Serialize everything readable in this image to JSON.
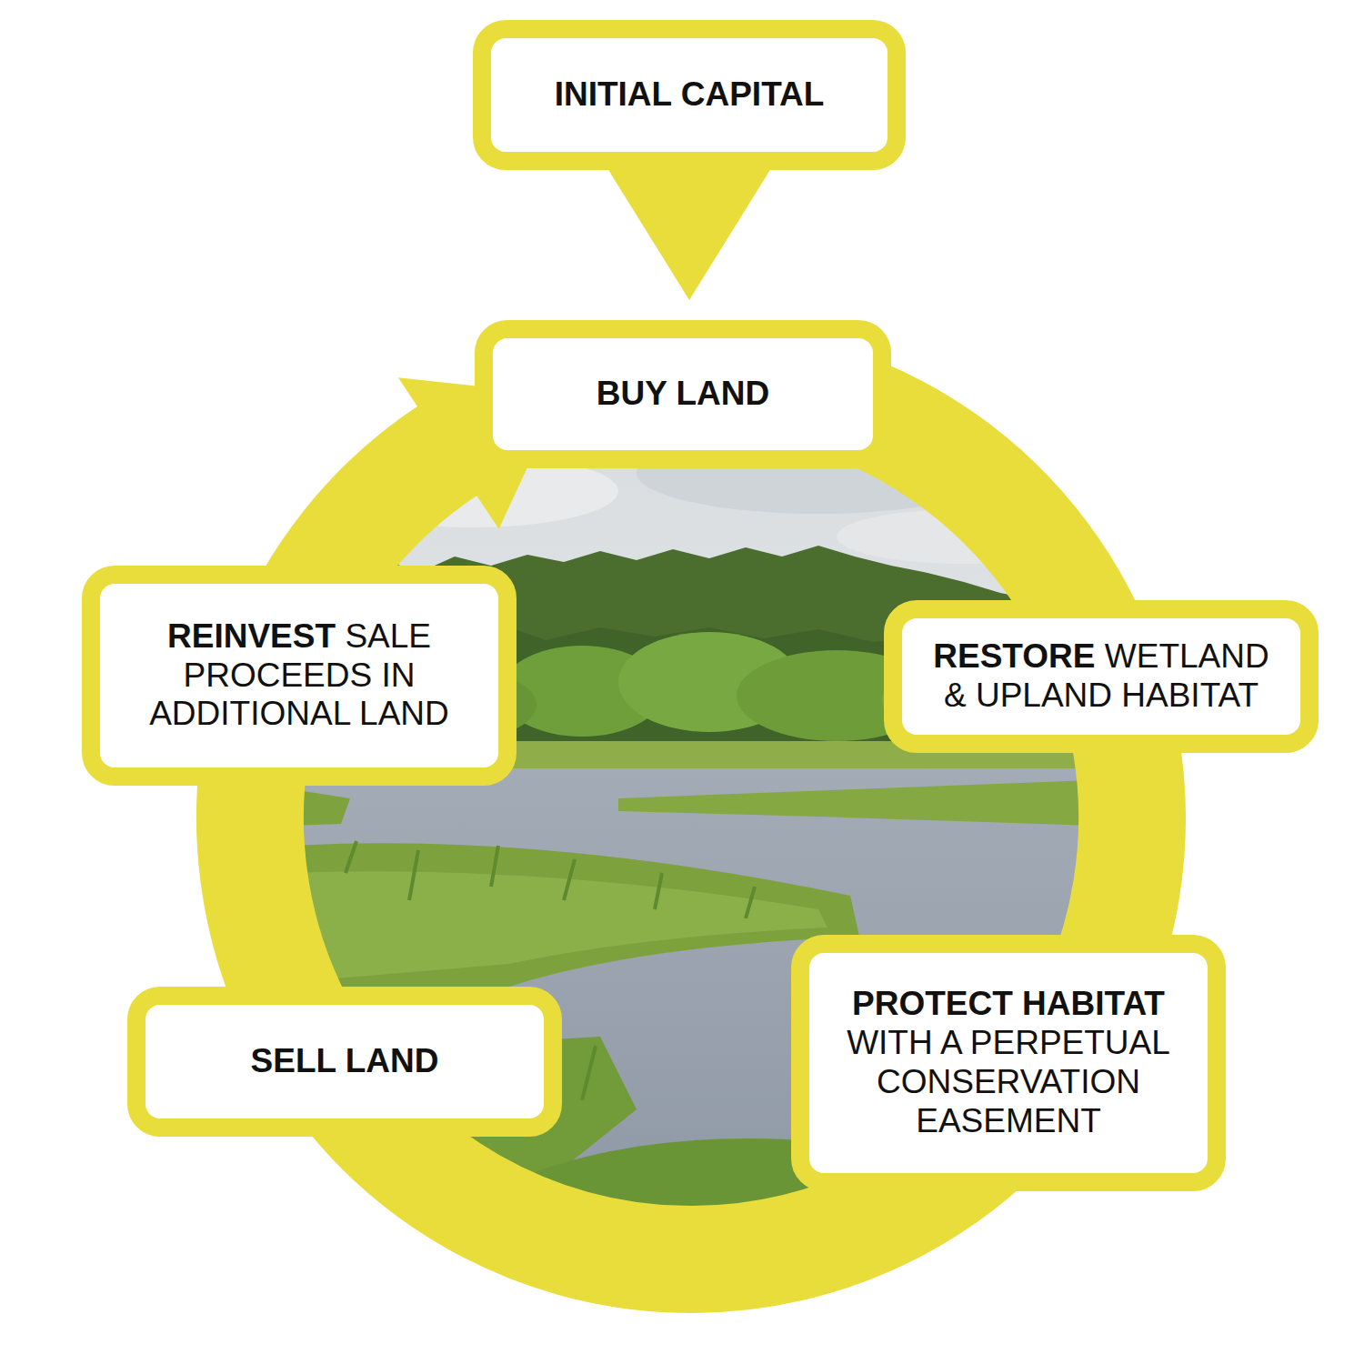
{
  "diagram": {
    "nodes": [
      {
        "text": [
          "INITIAL CAPITAL"
        ]
      },
      {
        "text": [
          "BUY LAND"
        ]
      },
      {
        "text": [
          "RESTORE",
          "WETLAND & UPLAND HABITAT"
        ]
      },
      {
        "text": [
          "PROTECT HABITAT",
          "WITH A PERPETUAL CONSERVATION EASEMENT"
        ]
      },
      {
        "text": [
          "SELL LAND"
        ]
      },
      {
        "text": [
          "REINVEST",
          "SALE PROCEEDS IN ADDITIONAL LAND"
        ]
      }
    ],
    "edges": [
      {
        "from": 0,
        "to": 1,
        "arrow": "to"
      },
      {
        "from": 1,
        "to": 2,
        "arrow": "none"
      },
      {
        "from": 2,
        "to": 3,
        "arrow": "none"
      },
      {
        "from": 3,
        "to": 4,
        "arrow": "none"
      },
      {
        "from": 4,
        "to": 5,
        "arrow": "none"
      },
      {
        "from": 5,
        "to": 1,
        "arrow": "to"
      }
    ]
  }
}
